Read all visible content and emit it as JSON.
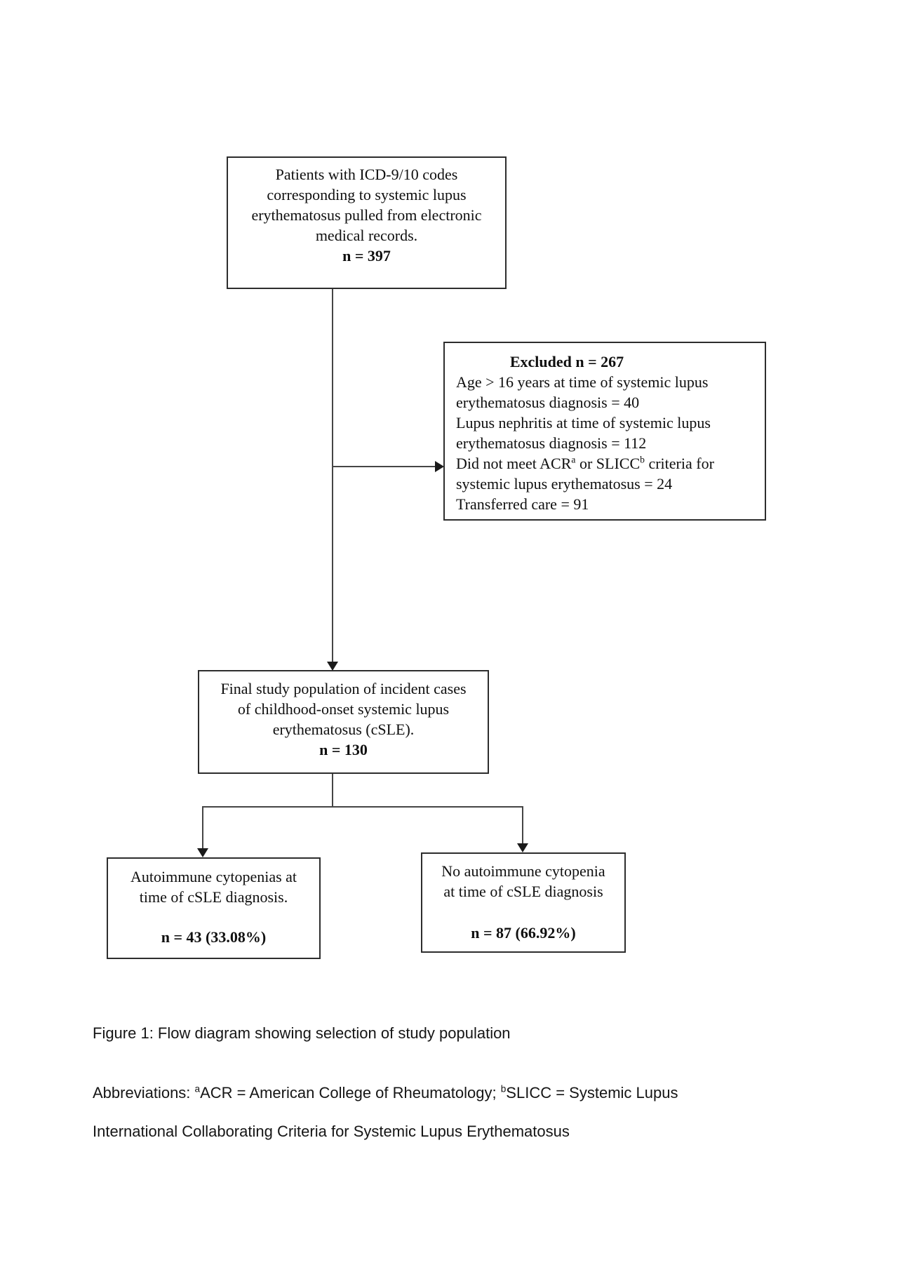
{
  "flowchart": {
    "top_box": {
      "lines": [
        "Patients with ICD-9/10 codes",
        "corresponding to systemic lupus",
        "erythematosus pulled from electronic",
        "medical records."
      ],
      "n_label": "n = 397"
    },
    "excluded_box": {
      "title": "Excluded n = 267",
      "lines": [
        "Age > 16 years at time of systemic lupus",
        "erythematosus diagnosis = 40",
        "Lupus nephritis at time of systemic lupus",
        "erythematosus diagnosis = 112"
      ],
      "criteria": {
        "pre": "Did not meet ACR",
        "sup_a": "a",
        "mid": " or SLICC",
        "sup_b": "b",
        "post": " criteria for"
      },
      "lines_after": [
        "systemic lupus erythematosus = 24",
        "Transferred care = 91"
      ]
    },
    "final_box": {
      "lines": [
        "Final study population of incident cases",
        "of childhood-onset systemic lupus",
        "erythematosus (cSLE)."
      ],
      "n_label": "n = 130"
    },
    "left_box": {
      "lines": [
        "Autoimmune cytopenias at",
        "time of cSLE diagnosis."
      ],
      "n_label": "n = 43 (33.08%)"
    },
    "right_box": {
      "lines": [
        "No autoimmune cytopenia",
        "at time of cSLE diagnosis"
      ],
      "n_label": "n = 87 (66.92%)"
    }
  },
  "figure": {
    "caption": "Figure 1: Flow diagram showing selection of study population",
    "abbreviations": {
      "prefix": "Abbreviations: ",
      "sup_a": "a",
      "acr_text": "ACR = American College of Rheumatology; ",
      "sup_b": "b",
      "slicc_text": "SLICC = Systemic Lupus",
      "line2": "International Collaborating Criteria for Systemic Lupus Erythematosus"
    }
  },
  "colors": {
    "background": "#ffffff",
    "box_border": "#2d2d2d",
    "connector_line": "#454545",
    "arrowhead": "#1a1a1a",
    "text": "#0f0f0f"
  }
}
